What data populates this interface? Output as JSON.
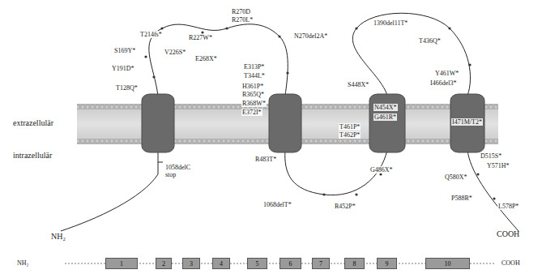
{
  "diagram": {
    "nodes": [
      {
        "text": [
          "1"
        ]
      },
      {
        "text": [
          "2"
        ]
      },
      {
        "text": [
          "3"
        ]
      },
      {
        "text": [
          "4"
        ]
      },
      {
        "text": [
          "5"
        ]
      },
      {
        "text": [
          "6"
        ]
      },
      {
        "text": [
          "7"
        ]
      },
      {
        "text": [
          "8"
        ]
      },
      {
        "text": [
          "9"
        ]
      },
      {
        "text": [
          "10"
        ]
      }
    ],
    "edges": [],
    "labels": [
      "extrazellulär",
      "intrazellulär",
      "NH₂",
      "COOH",
      "1058delC",
      "stop",
      "T128Q*",
      "Y191D*",
      "S169Y*",
      "T214fs*",
      "V226S*",
      "R227W*",
      "E268X*",
      "R270D",
      "R270L*",
      "N270del2A*",
      "E313P*",
      "T344L*",
      "H361P*",
      "R365Q*",
      "R368W*",
      "E372I*",
      "R483T*",
      "1068delT*",
      "R452P*",
      "T461P*",
      "T462P*",
      "G486X*",
      "S448X*",
      "N454X*",
      "G461R*",
      "1390del11T*",
      "T436Q*",
      "Y461W*",
      "I466del3*",
      "I471M/T2*",
      "D515S*",
      "Y571H*",
      "Q580X*",
      "P588R*",
      "L578P*",
      "NH₂",
      "COOH"
    ]
  }
}
